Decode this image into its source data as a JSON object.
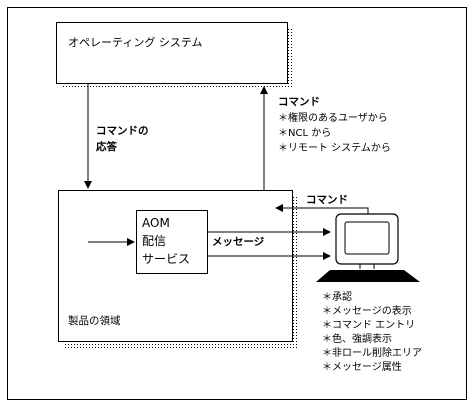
{
  "os_box": {
    "label": "オペレーティング システム"
  },
  "product_area": {
    "label": "製品の領域"
  },
  "aom_service": {
    "line1": "AOM",
    "line2": "配信",
    "line3": "サービス"
  },
  "command_response": {
    "line1": "コマンドの",
    "line2": "応答"
  },
  "commands_to_os": {
    "title": "コマンド",
    "sources": [
      "＊権限のあるユーザから",
      "＊NCL から",
      "＊リモート システムから"
    ]
  },
  "terminal_command_label": "コマンド",
  "message_label": "メッセージ",
  "features": [
    "＊承認",
    "＊メッセージの表示",
    "＊コマンド エントリ",
    "＊色、強調表示",
    "＊非ロール削除エリア",
    "＊メッセージ属性"
  ],
  "icons": {
    "terminal": "computer-terminal-icon"
  }
}
